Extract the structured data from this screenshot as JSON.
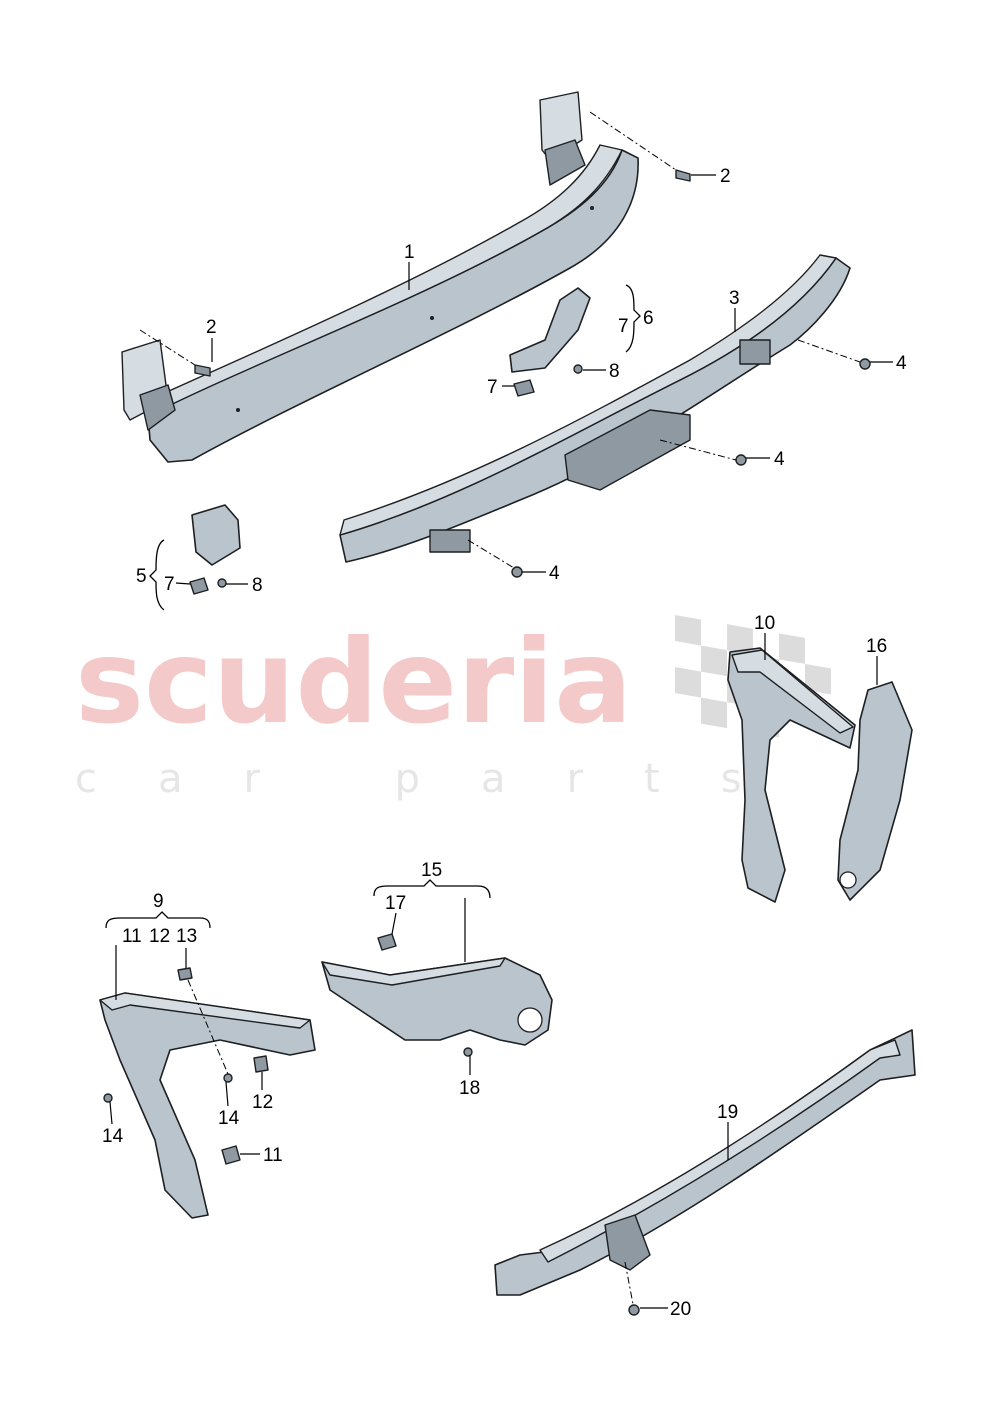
{
  "watermark": {
    "brand": "scuderia",
    "tagline": "car parts"
  },
  "callouts": {
    "c1": "1",
    "c2a": "2",
    "c2b": "2",
    "c3": "3",
    "c4a": "4",
    "c4b": "4",
    "c4c": "4",
    "c5": "5",
    "c6": "6",
    "c7a": "7",
    "c7b": "7",
    "c7c": "7",
    "c8a": "8",
    "c8b": "8",
    "c9": "9",
    "c10": "10",
    "c11a": "11",
    "c11b": "11",
    "c12a": "12",
    "c12b": "12",
    "c13": "13",
    "c14a": "14",
    "c14b": "14",
    "c15": "15",
    "c16": "16",
    "c17": "17",
    "c18": "18",
    "c19": "19",
    "c20": "20"
  }
}
